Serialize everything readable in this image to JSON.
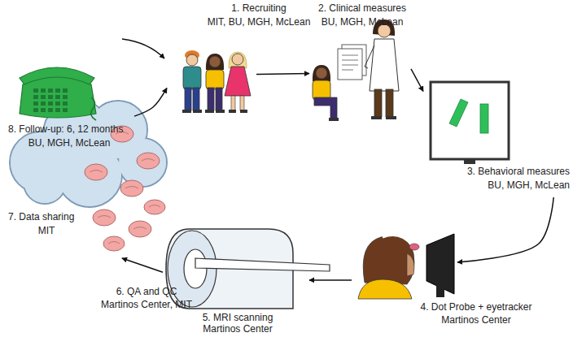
{
  "diagram": {
    "nodes": [
      {
        "text": [
          "1. Recruiting",
          "MIT, BU, MGH, McLean"
        ]
      },
      {
        "text": [
          "2. Clinical measures",
          "BU, MGH, McLean"
        ]
      },
      {
        "text": [
          "3. Behavioral measures",
          "BU, MGH, McLean"
        ]
      },
      {
        "text": [
          "4. Dot Probe + eyetracker",
          "Martinos Center"
        ]
      },
      {
        "text": [
          "5. MRI scanning",
          "Martinos Center"
        ]
      },
      {
        "text": [
          "6. QA and QC",
          "Martinos Center, MIT"
        ]
      },
      {
        "text": [
          "7. Data sharing",
          "MIT"
        ]
      },
      {
        "text": [
          "8. Follow-up: 6, 12 months",
          "BU, MGH, McLean"
        ]
      }
    ],
    "edges": [
      {
        "from": 0,
        "to": 1,
        "arrow": "to"
      },
      {
        "from": 1,
        "to": 2,
        "arrow": "to"
      },
      {
        "from": 2,
        "to": 3,
        "arrow": "to"
      },
      {
        "from": 3,
        "to": 4,
        "arrow": "to"
      },
      {
        "from": 4,
        "to": 6,
        "arrow": "to"
      },
      {
        "from": 7,
        "to": 0,
        "arrow": "to"
      }
    ]
  }
}
